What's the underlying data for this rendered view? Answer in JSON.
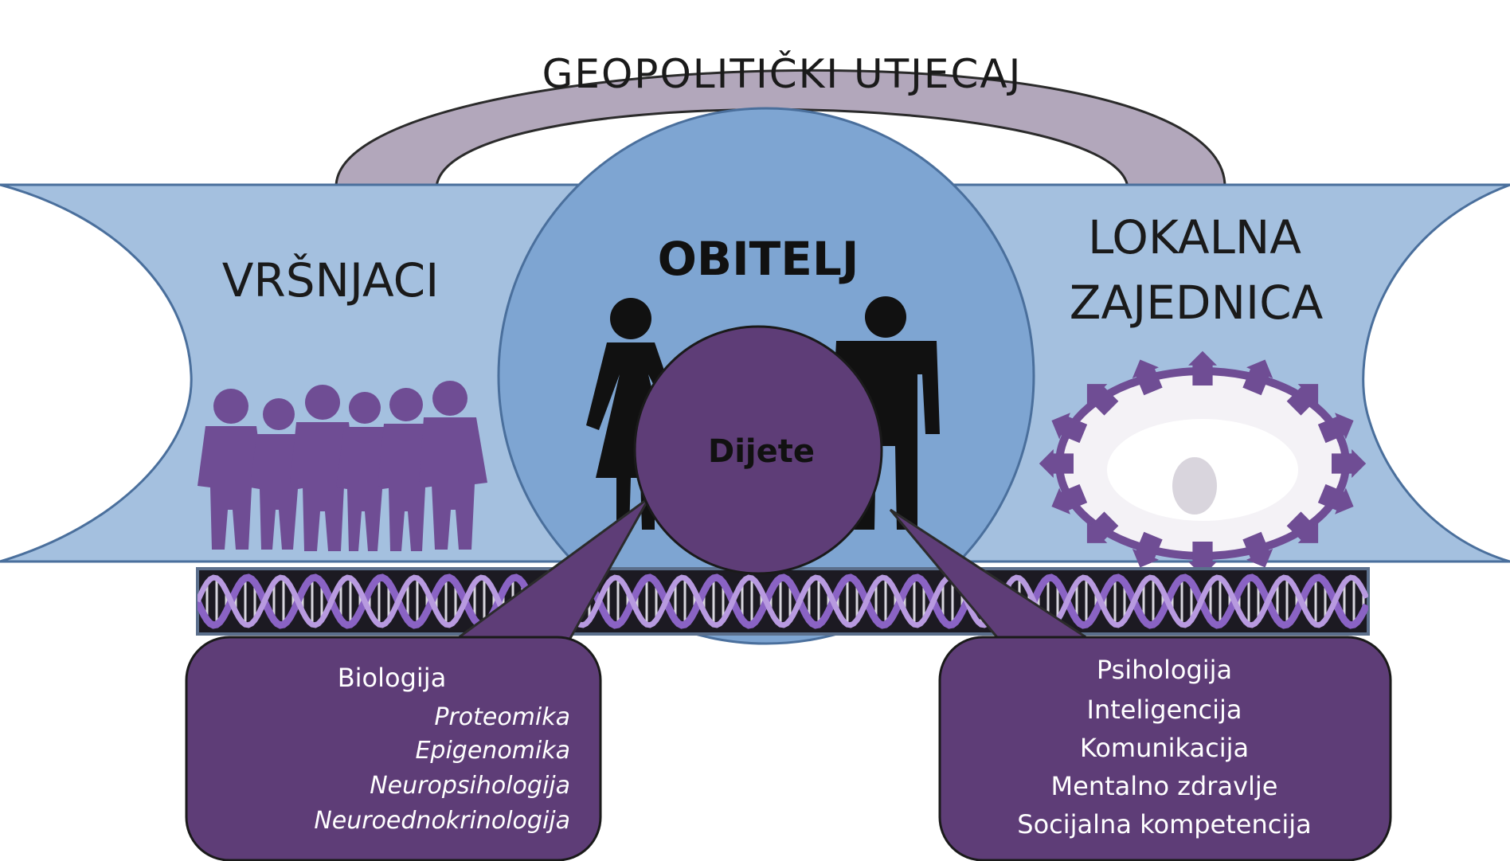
{
  "arc": {
    "label": "GEOPOLITIČKI UTJECAJ"
  },
  "left": {
    "label": "VRŠNJACI",
    "icon": "peer-group-silhouette-icon"
  },
  "center": {
    "label": "OBITELJ",
    "icon": "parents-silhouette-icon",
    "child_label": "Dijete"
  },
  "right": {
    "label_line1": "LOKALNA",
    "label_line2": "ZAJEDNICA",
    "icon": "house-ring-community-icon"
  },
  "dna": {
    "icon": "dna-helix-strip-icon"
  },
  "bio_box": {
    "title": "Biologija",
    "items": [
      "Proteomika",
      "Epigenomika",
      "Neuropsihologija",
      "Neuroednokrinologija"
    ]
  },
  "psy_box": {
    "items": [
      "Psihologija",
      "Inteligencija",
      "Komunikacija",
      "Mentalno zdravlje",
      "Socijalna kompetencija"
    ]
  },
  "colors": {
    "band": "#a4c0df",
    "band_stroke": "#4a6f9c",
    "family_circle": "#7ea5d2",
    "arc": "#b2a7bb",
    "arc_stroke": "#2b2b2b",
    "purple": "#5e3d77",
    "silhouette": "#6f4d94",
    "black": "#111111",
    "white": "#ffffff"
  }
}
